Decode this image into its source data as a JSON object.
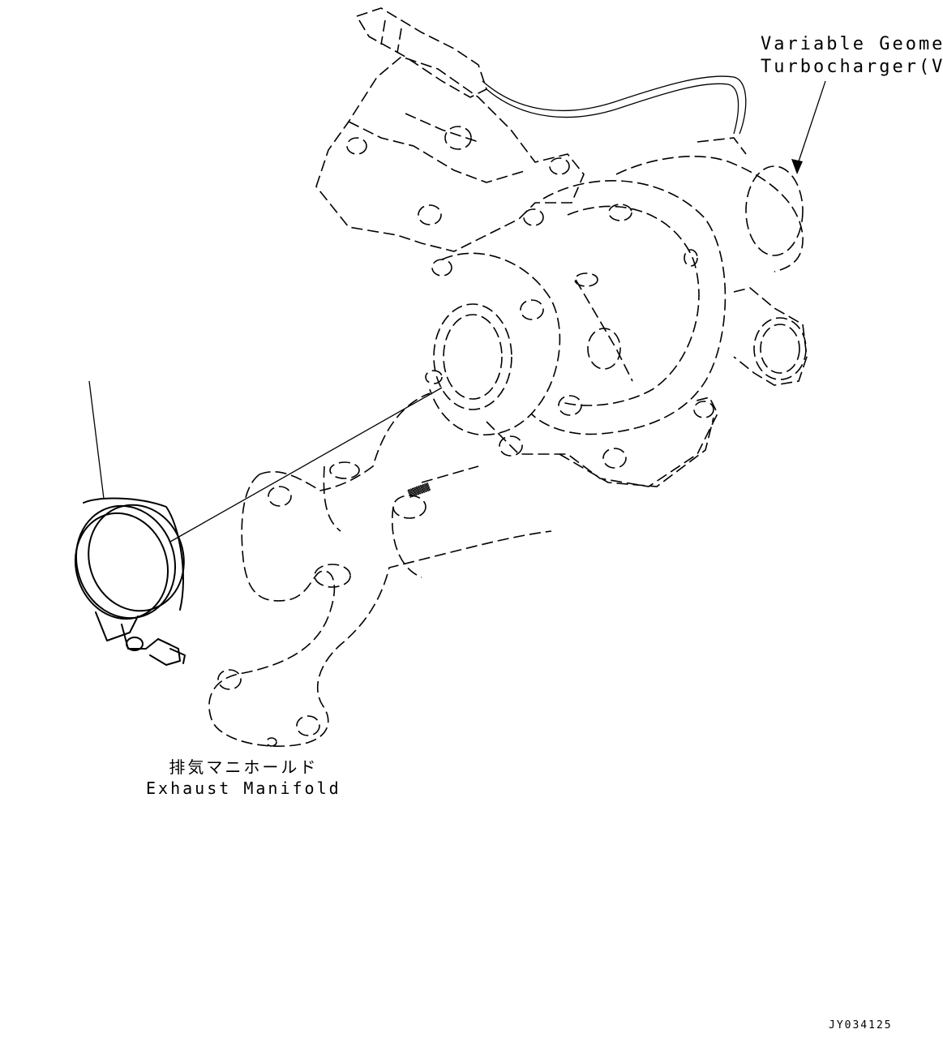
{
  "labels": {
    "vgt_line1": "Variable Geometry",
    "vgt_line2": "Turbocharger(VGT)",
    "manifold_jp": "排気マニホールド",
    "manifold_en": "Exhaust Manifold",
    "drawing_id": "JY034125"
  }
}
